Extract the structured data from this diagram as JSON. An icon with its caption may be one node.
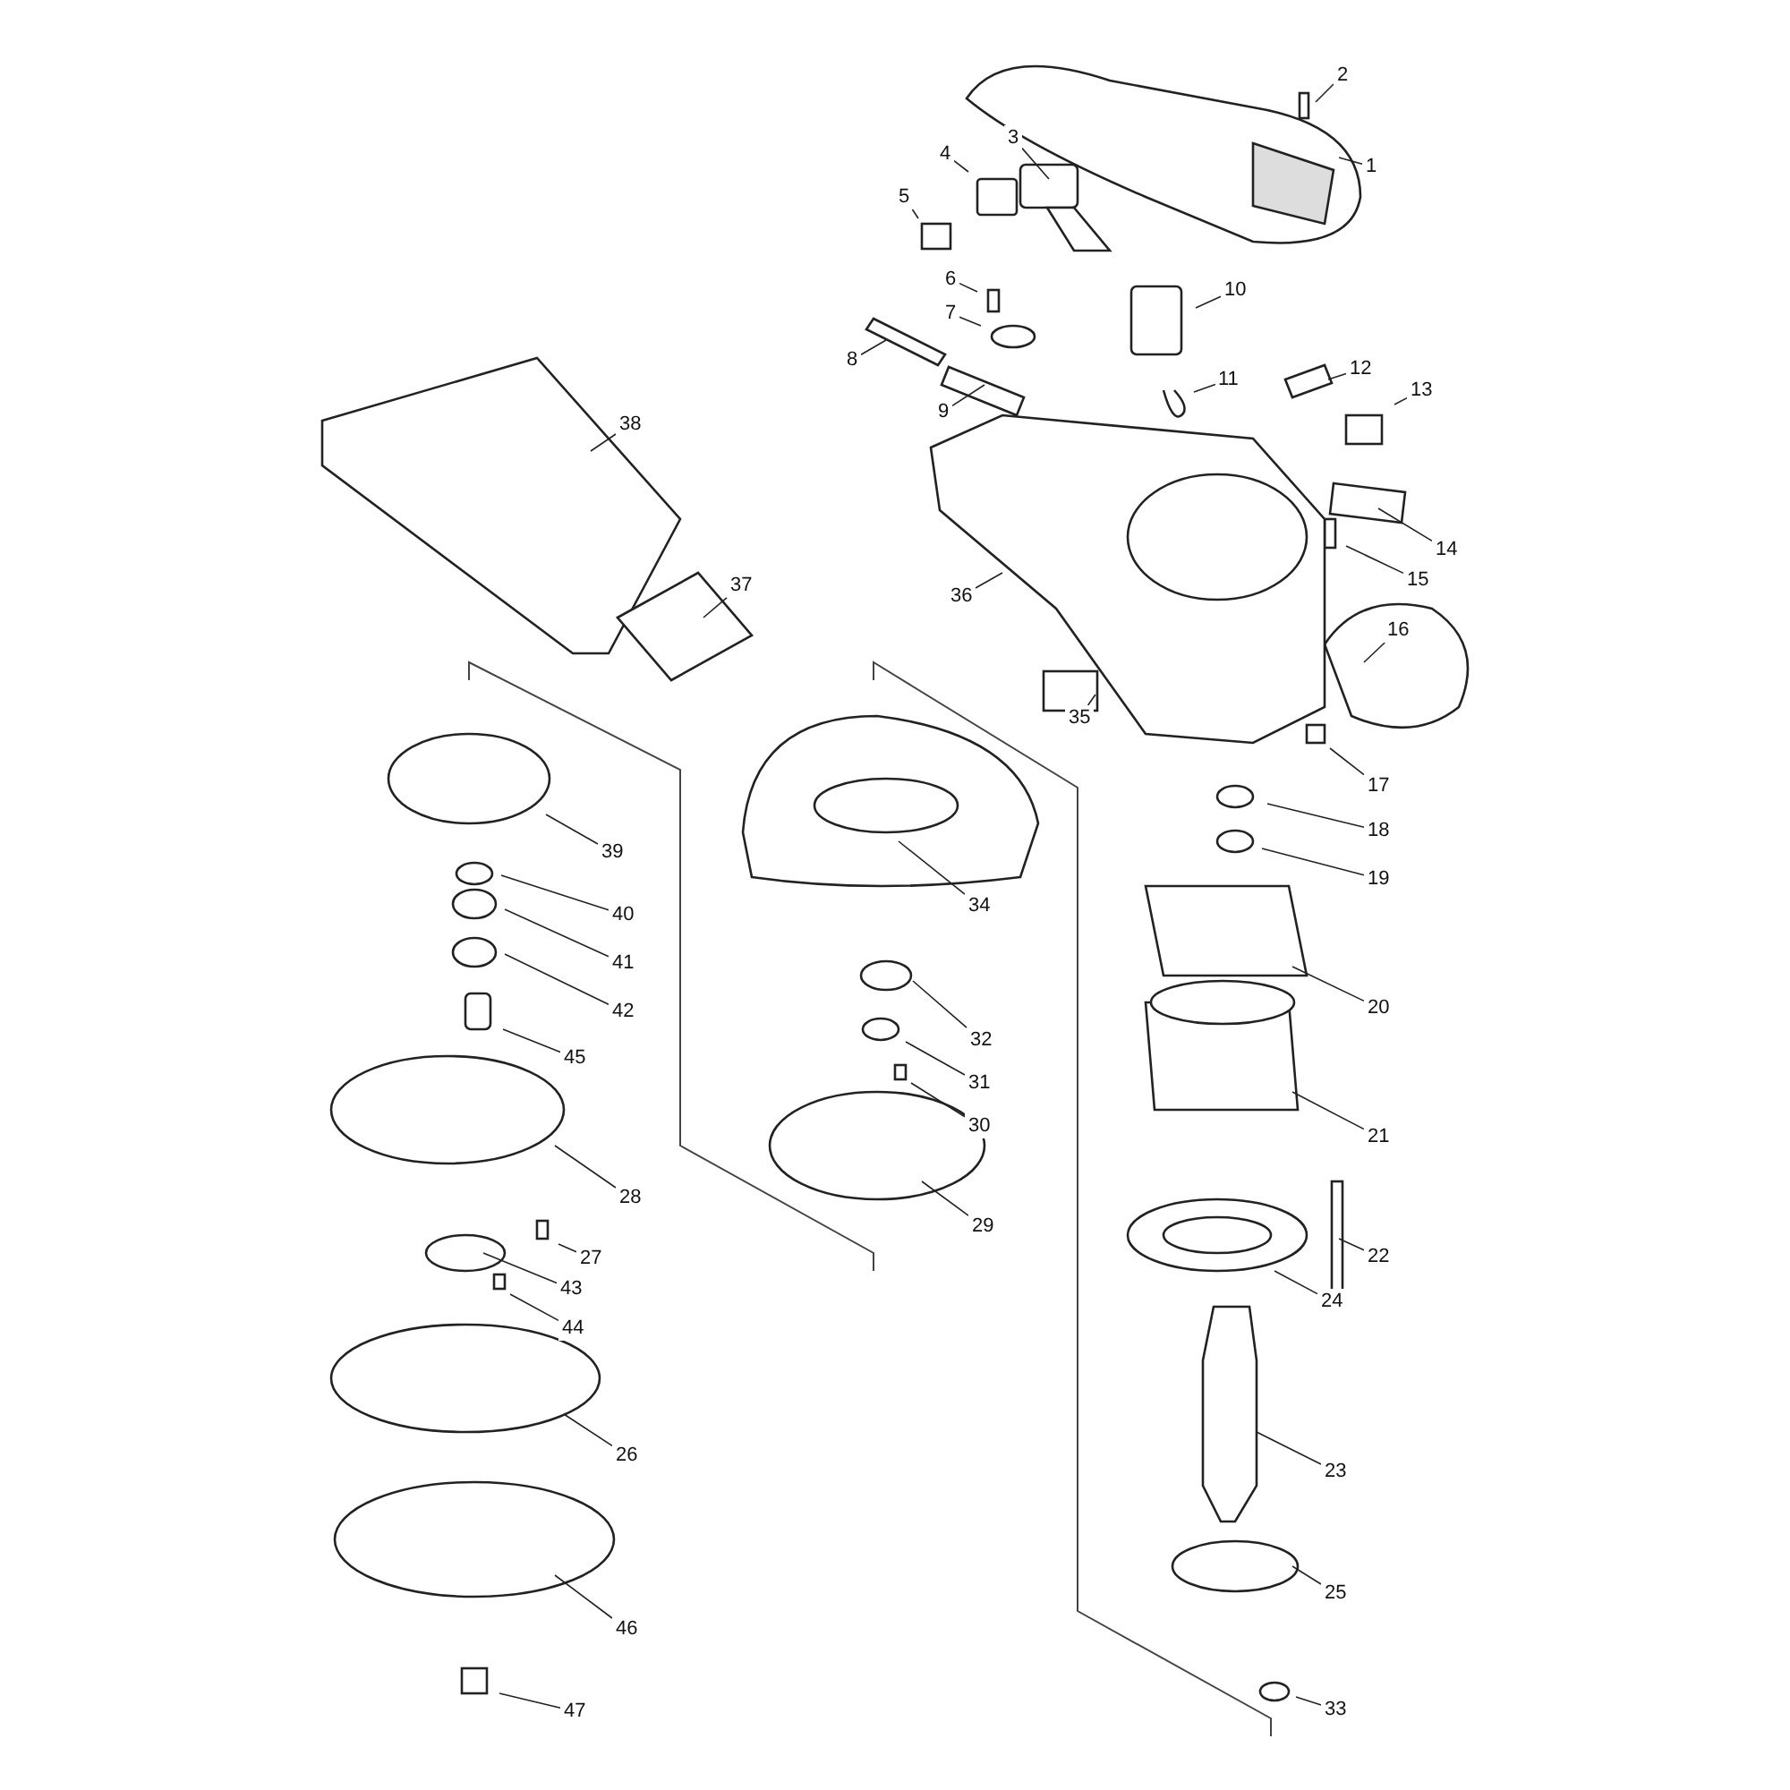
{
  "diagram": {
    "nodes": [
      {
        "text": [
          "1"
        ]
      },
      {
        "text": [
          "2"
        ]
      },
      {
        "text": [
          "3"
        ]
      },
      {
        "text": [
          "4"
        ]
      },
      {
        "text": [
          "5"
        ]
      },
      {
        "text": [
          "6"
        ]
      },
      {
        "text": [
          "7"
        ]
      },
      {
        "text": [
          "8"
        ]
      },
      {
        "text": [
          "9"
        ]
      },
      {
        "text": [
          "10"
        ]
      },
      {
        "text": [
          "11"
        ]
      },
      {
        "text": [
          "12"
        ]
      },
      {
        "text": [
          "13"
        ]
      },
      {
        "text": [
          "14"
        ]
      },
      {
        "text": [
          "15"
        ]
      },
      {
        "text": [
          "16"
        ]
      },
      {
        "text": [
          "17"
        ]
      },
      {
        "text": [
          "18"
        ]
      },
      {
        "text": [
          "19"
        ]
      },
      {
        "text": [
          "20"
        ]
      },
      {
        "text": [
          "21"
        ]
      },
      {
        "text": [
          "22"
        ]
      },
      {
        "text": [
          "23"
        ]
      },
      {
        "text": [
          "24"
        ]
      },
      {
        "text": [
          "25"
        ]
      },
      {
        "text": [
          "26"
        ]
      },
      {
        "text": [
          "27"
        ]
      },
      {
        "text": [
          "28"
        ]
      },
      {
        "text": [
          "29"
        ]
      },
      {
        "text": [
          "30"
        ]
      },
      {
        "text": [
          "31"
        ]
      },
      {
        "text": [
          "32"
        ]
      },
      {
        "text": [
          "33"
        ]
      },
      {
        "text": [
          "34"
        ]
      },
      {
        "text": [
          "35"
        ]
      },
      {
        "text": [
          "36"
        ]
      },
      {
        "text": [
          "37"
        ]
      },
      {
        "text": [
          "38"
        ]
      },
      {
        "text": [
          "39"
        ]
      },
      {
        "text": [
          "40"
        ]
      },
      {
        "text": [
          "41"
        ]
      },
      {
        "text": [
          "42"
        ]
      },
      {
        "text": [
          "43"
        ]
      },
      {
        "text": [
          "44"
        ]
      },
      {
        "text": [
          "45"
        ]
      },
      {
        "text": [
          "46"
        ]
      },
      {
        "text": [
          "47"
        ]
      }
    ],
    "edges": [
      {
        "from": 0,
        "to": null,
        "arrow": "none"
      },
      {
        "from": 1,
        "to": null,
        "arrow": "none"
      },
      {
        "from": 2,
        "to": null,
        "arrow": "none"
      },
      {
        "from": 3,
        "to": null,
        "arrow": "none"
      },
      {
        "from": 4,
        "to": null,
        "arrow": "none"
      },
      {
        "from": 5,
        "to": null,
        "arrow": "none"
      },
      {
        "from": 6,
        "to": null,
        "arrow": "none"
      },
      {
        "from": 7,
        "to": null,
        "arrow": "none"
      },
      {
        "from": 8,
        "to": null,
        "arrow": "none"
      },
      {
        "from": 9,
        "to": null,
        "arrow": "none"
      },
      {
        "from": 10,
        "to": null,
        "arrow": "none"
      },
      {
        "from": 11,
        "to": null,
        "arrow": "none"
      },
      {
        "from": 12,
        "to": null,
        "arrow": "none"
      },
      {
        "from": 13,
        "to": null,
        "arrow": "none"
      },
      {
        "from": 14,
        "to": null,
        "arrow": "none"
      },
      {
        "from": 15,
        "to": null,
        "arrow": "none"
      },
      {
        "from": 16,
        "to": null,
        "arrow": "none"
      },
      {
        "from": 17,
        "to": null,
        "arrow": "none"
      },
      {
        "from": 18,
        "to": null,
        "arrow": "none"
      },
      {
        "from": 19,
        "to": null,
        "arrow": "none"
      },
      {
        "from": 20,
        "to": null,
        "arrow": "none"
      },
      {
        "from": 21,
        "to": null,
        "arrow": "none"
      },
      {
        "from": 22,
        "to": null,
        "arrow": "none"
      },
      {
        "from": 23,
        "to": null,
        "arrow": "none"
      },
      {
        "from": 24,
        "to": null,
        "arrow": "none"
      },
      {
        "from": 25,
        "to": null,
        "arrow": "none"
      },
      {
        "from": 26,
        "to": null,
        "arrow": "none"
      },
      {
        "from": 27,
        "to": null,
        "arrow": "none"
      },
      {
        "from": 28,
        "to": null,
        "arrow": "none"
      },
      {
        "from": 29,
        "to": null,
        "arrow": "none"
      },
      {
        "from": 30,
        "to": null,
        "arrow": "none"
      },
      {
        "from": 31,
        "to": null,
        "arrow": "none"
      },
      {
        "from": 32,
        "to": null,
        "arrow": "none"
      },
      {
        "from": 33,
        "to": null,
        "arrow": "none"
      },
      {
        "from": 34,
        "to": null,
        "arrow": "none"
      },
      {
        "from": 35,
        "to": null,
        "arrow": "none"
      },
      {
        "from": 36,
        "to": null,
        "arrow": "none"
      },
      {
        "from": 37,
        "to": null,
        "arrow": "none"
      },
      {
        "from": 38,
        "to": null,
        "arrow": "none"
      },
      {
        "from": 39,
        "to": null,
        "arrow": "none"
      },
      {
        "from": 40,
        "to": null,
        "arrow": "none"
      },
      {
        "from": 41,
        "to": null,
        "arrow": "none"
      },
      {
        "from": 42,
        "to": null,
        "arrow": "none"
      },
      {
        "from": 43,
        "to": null,
        "arrow": "none"
      },
      {
        "from": 44,
        "to": null,
        "arrow": "none"
      },
      {
        "from": 45,
        "to": null,
        "arrow": "none"
      },
      {
        "from": 46,
        "to": null,
        "arrow": "none"
      }
    ]
  }
}
